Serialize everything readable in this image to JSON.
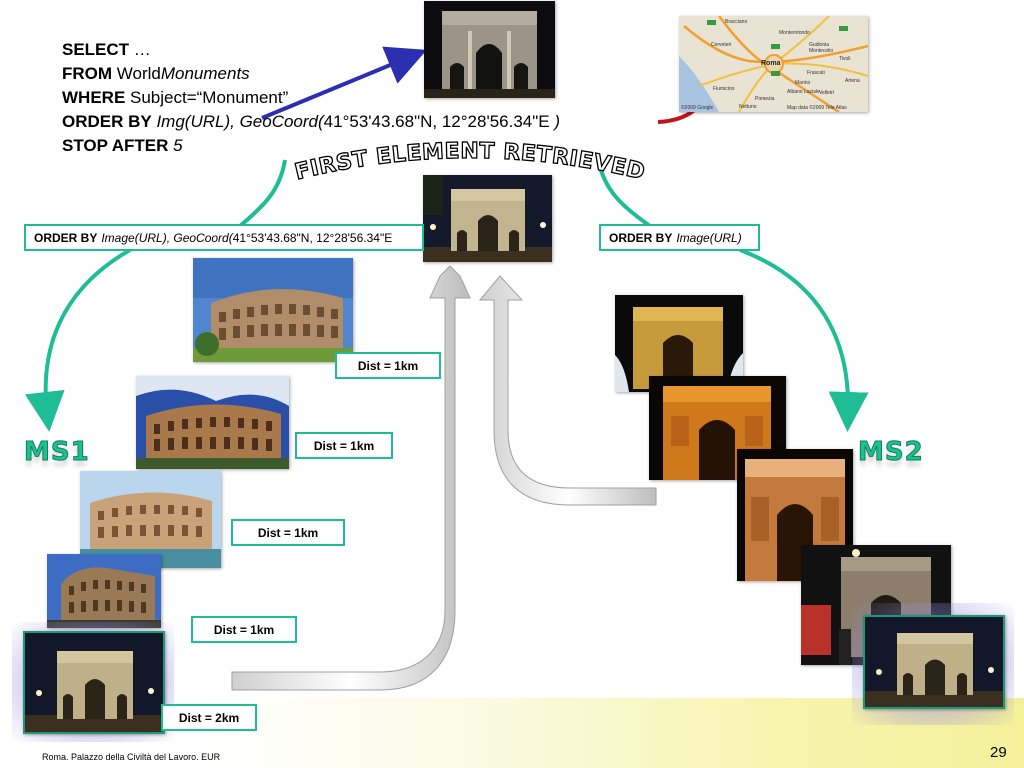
{
  "sql": {
    "select_kw": "SELECT",
    "select_val": " …",
    "from_kw": "FROM",
    "from_val_plain": " World",
    "from_val_italic": "Monuments",
    "where_kw": "WHERE",
    "where_val": " Subject=“Monument”",
    "orderby_kw": "ORDER BY",
    "orderby_val_italic": " Img(URL), GeoCoord(",
    "orderby_val_plain": "41°53'43.68\"N, 12°28'56.34\"E",
    "orderby_close": " )",
    "stopafter_kw": "STOP AFTER",
    "stopafter_val": " 5"
  },
  "title": "FIRST ELEMENT RETRIEVED",
  "left_order": {
    "kw": "ORDER BY",
    "italic": "Image(URL), GeoCoord(",
    "plain": "41°53'43.68\"N, 12°28'56.34\"E"
  },
  "right_order": {
    "kw": "ORDER BY",
    "italic": "Image(URL)"
  },
  "ms1": "MS1",
  "ms2": "MS2",
  "dist_labels": [
    "Dist = 1km",
    "Dist = 1km",
    "Dist = 1km",
    "Dist = 1km",
    "Dist = 2km"
  ],
  "map": {
    "copyright_left": "©2009 Google",
    "copyright_right": "Map data ©2009 Tele Atlas",
    "places": [
      "Bracciano",
      "Monterotondo",
      "Cerveteri",
      "Guidonia",
      "Montecelio",
      "Tivoli",
      "Roma",
      "Marino",
      "Fiumicino",
      "Pomezia",
      "Albano Laziale",
      "Velletri",
      "Artena",
      "Frascati",
      "Nettuno"
    ]
  },
  "footer": "Roma. Palazzo della Civiltà del Lavoro. EUR",
  "page_number": "29",
  "colors": {
    "teal": "#1fbd95",
    "blue_arrow": "#2b2fb0",
    "red_arrow": "#c0141a",
    "highlight_glow": "#9a8fdc"
  }
}
